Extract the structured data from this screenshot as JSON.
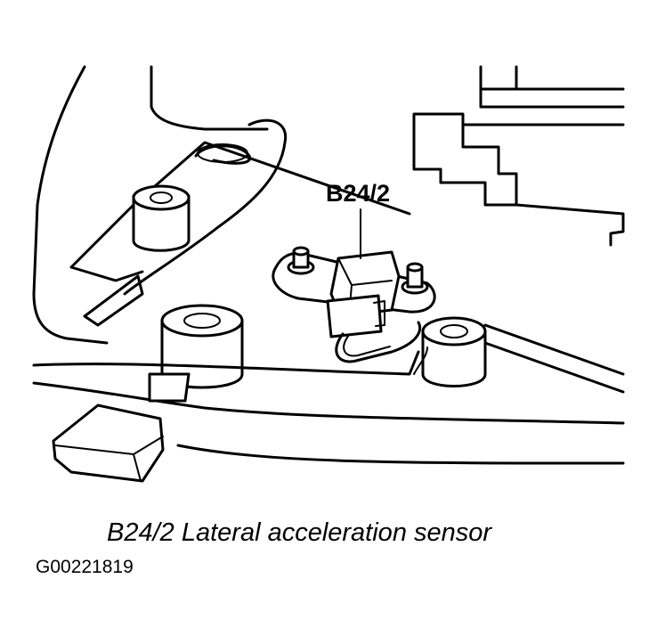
{
  "callout_label": "B24/2",
  "caption": "B24/2 Lateral acceleration sensor",
  "figure_id": "G00221819",
  "colors": {
    "ink": "#000000",
    "paper": "#ffffff"
  }
}
